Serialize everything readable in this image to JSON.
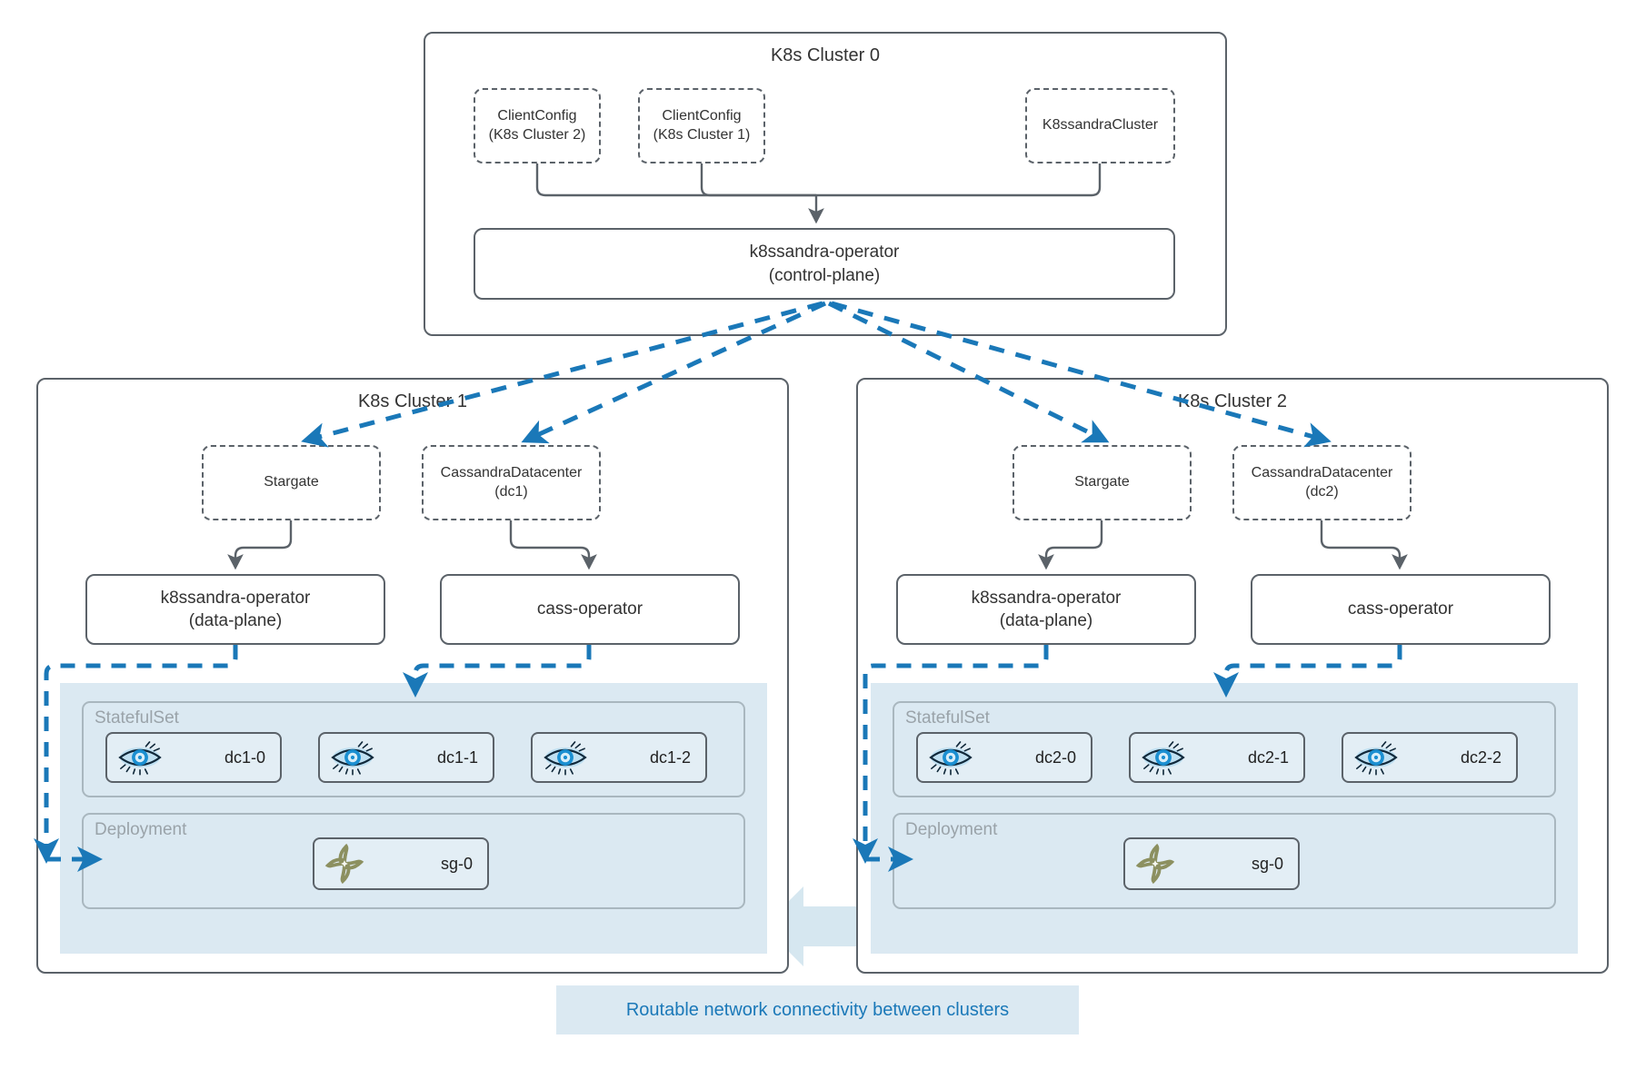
{
  "diagram": {
    "title_cluster0": "K8s Cluster 0",
    "accent_blue": "#1a78b8",
    "panel_blue": "#dbe9f2",
    "outline_gray": "#5b6269",
    "group_gray": "#9aa3a9",
    "stargate_olive": "#8c9060"
  },
  "cluster0": {
    "title": "K8s Cluster 0",
    "clientconfig_2": {
      "line1": "ClientConfig",
      "line2": "(K8s Cluster 2)"
    },
    "clientconfig_1": {
      "line1": "ClientConfig",
      "line2": "(K8s Cluster 1)"
    },
    "k8ssandracluster": {
      "line1": "K8ssandraCluster"
    },
    "operator": {
      "line1": "k8ssandra-operator",
      "line2": "(control-plane)"
    }
  },
  "cluster1": {
    "title": "K8s Cluster 1",
    "stargate_crd": {
      "line1": "Stargate"
    },
    "cassandradatacenter_crd": {
      "line1": "CassandraDatacenter",
      "line2": "(dc1)"
    },
    "k8ssandra_operator": {
      "line1": "k8ssandra-operator",
      "line2": "(data-plane)"
    },
    "cass_operator": {
      "line1": "cass-operator"
    },
    "statefulset": {
      "label": "StatefulSet",
      "pods": [
        {
          "name": "dc1-0",
          "icon": "cassandra-eye-icon"
        },
        {
          "name": "dc1-1",
          "icon": "cassandra-eye-icon"
        },
        {
          "name": "dc1-2",
          "icon": "cassandra-eye-icon"
        }
      ]
    },
    "deployment": {
      "label": "Deployment",
      "pods": [
        {
          "name": "sg-0",
          "icon": "stargate-pinwheel-icon"
        }
      ]
    }
  },
  "cluster2": {
    "title": "K8s Cluster 2",
    "stargate_crd": {
      "line1": "Stargate"
    },
    "cassandradatacenter_crd": {
      "line1": "CassandraDatacenter",
      "line2": "(dc2)"
    },
    "k8ssandra_operator": {
      "line1": "k8ssandra-operator",
      "line2": "(data-plane)"
    },
    "cass_operator": {
      "line1": "cass-operator"
    },
    "statefulset": {
      "label": "StatefulSet",
      "pods": [
        {
          "name": "dc2-0",
          "icon": "cassandra-eye-icon"
        },
        {
          "name": "dc2-1",
          "icon": "cassandra-eye-icon"
        },
        {
          "name": "dc2-2",
          "icon": "cassandra-eye-icon"
        }
      ]
    },
    "deployment": {
      "label": "Deployment",
      "pods": [
        {
          "name": "sg-0",
          "icon": "stargate-pinwheel-icon"
        }
      ]
    }
  },
  "footer": {
    "label": "Routable network connectivity between clusters"
  }
}
